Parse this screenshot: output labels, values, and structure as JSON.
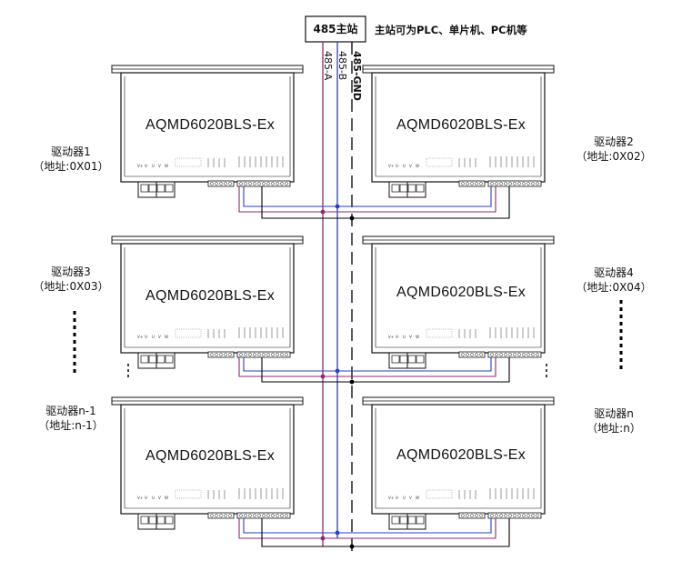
{
  "master": {
    "label": "485主站",
    "note": "主站可为PLC、单片机、PC机等"
  },
  "bus": {
    "a_label": "485-A",
    "b_label": "485-B",
    "gnd_label": "485-GND",
    "a_color": "#8B2A73",
    "b_color": "#2B3FC4",
    "gnd_color": "#000000"
  },
  "drivers": [
    {
      "name": "驱动器1",
      "addr": "（地址:0X01）",
      "model": "AQMD6020BLS-Ex"
    },
    {
      "name": "驱动器2",
      "addr": "（地址:0X02）",
      "model": "AQMD6020BLS-Ex"
    },
    {
      "name": "驱动器3",
      "addr": "（地址:0X03）",
      "model": "AQMD6020BLS-Ex"
    },
    {
      "name": "驱动器4",
      "addr": "（地址:0X04）",
      "model": "AQMD6020BLS-Ex"
    },
    {
      "name": "驱动器n-1",
      "addr": "（地址:n-1）",
      "model": "AQMD6020BLS-Ex"
    },
    {
      "name": "驱动器n",
      "addr": "（地址:n）",
      "model": "AQMD6020BLS-Ex"
    }
  ]
}
